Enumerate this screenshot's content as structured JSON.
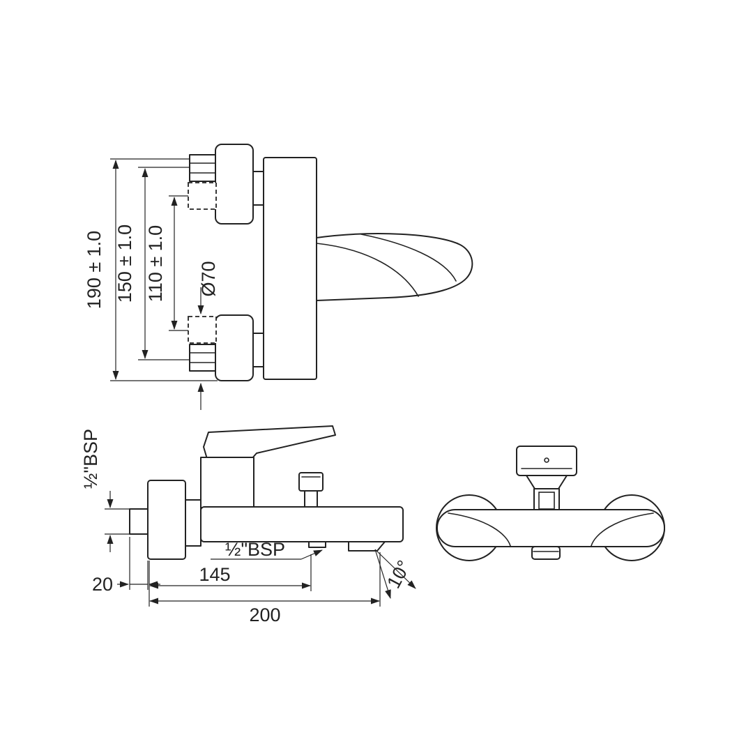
{
  "page": {
    "background": "#ffffff",
    "ink": "#222222",
    "description": "Technical dimension drawing of a wall-mounted single-lever bath mixer with waterfall spout, three orthographic views"
  },
  "labels": {
    "dim_190": "190 ± 1.0",
    "dim_150": "150 ± 1.0",
    "dim_110": "110 ± 1.0",
    "dia_70": "Ø70",
    "bsp_vertical": "½\"BSP",
    "bsp_horizontal": "½\"BSP",
    "dim_20": "20",
    "dim_145": "145",
    "dim_200": "200",
    "angle_10": "10°"
  }
}
